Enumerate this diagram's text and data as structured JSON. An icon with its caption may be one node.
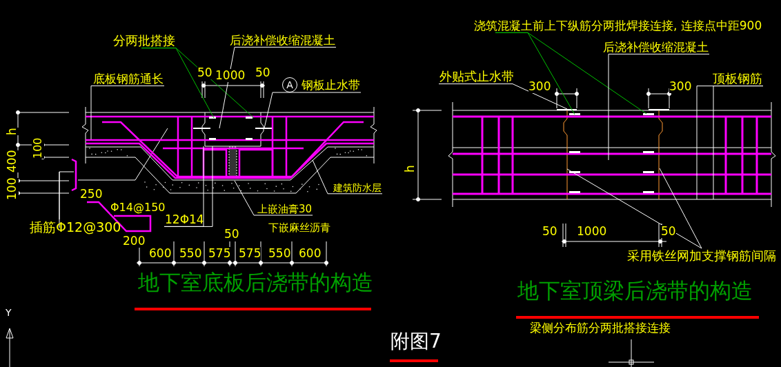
{
  "diagram": {
    "title": "附图7",
    "nodes": [
      {
        "text": [
          "分两批搭接"
        ]
      },
      {
        "text": [
          "后浇补偿收缩混凝土"
        ]
      },
      {
        "text": [
          "底板钢筋通长"
        ]
      },
      {
        "text": [
          "A",
          "钢板止水带"
        ]
      },
      {
        "text": [
          "建筑防水层"
        ]
      },
      {
        "text": [
          "上嵌油膏30"
        ]
      },
      {
        "text": [
          "12Φ14"
        ]
      },
      {
        "text": [
          "插筋Φ12@300"
        ]
      },
      {
        "text": [
          "浇筑混凝土前上下纵筋分两批焊接连接, 连接点中距900"
        ]
      },
      {
        "text": [
          "后浇补偿收缩混凝土"
        ]
      },
      {
        "text": [
          "外贴式止水带"
        ]
      },
      {
        "text": [
          "顶板钢筋"
        ]
      },
      {
        "text": [
          "采用铁丝网加支撑钢筋间隔"
        ]
      }
    ],
    "edges": [
      {
        "from": 0,
        "to": null,
        "arrow": "none",
        "color": "#00c000"
      },
      {
        "from": 0,
        "to": null,
        "arrow": "none",
        "color": "#00c000"
      },
      {
        "from": 1,
        "to": null,
        "arrow": "none"
      },
      {
        "from": 2,
        "to": null,
        "arrow": "none"
      },
      {
        "from": 3,
        "to": null,
        "arrow": "none"
      },
      {
        "from": 4,
        "to": null,
        "arrow": "none"
      },
      {
        "from": 5,
        "to": null,
        "arrow": "none"
      },
      {
        "from": 6,
        "to": null,
        "arrow": "none"
      },
      {
        "from": 6,
        "to": null,
        "arrow": "none"
      },
      {
        "from": 7,
        "to": null,
        "arrow": "none"
      },
      {
        "from": 8,
        "to": null,
        "arrow": "none",
        "color": "#00c000"
      },
      {
        "from": 8,
        "to": null,
        "arrow": "none",
        "color": "#00c000"
      },
      {
        "from": 9,
        "to": null,
        "arrow": "none"
      },
      {
        "from": 10,
        "to": null,
        "arrow": "none"
      },
      {
        "from": 11,
        "to": null,
        "arrow": "none"
      },
      {
        "from": 11,
        "to": null,
        "arrow": "none"
      },
      {
        "from": 12,
        "to": null,
        "arrow": "none"
      },
      {
        "from": 12,
        "to": null,
        "arrow": "none"
      }
    ],
    "labels": [
      "h",
      "400",
      "100",
      "100",
      "50",
      "1000",
      "50",
      "250",
      "Φ14@150",
      "200",
      "600",
      "550",
      "575",
      "50",
      "575",
      "550",
      "600",
      "下嵌麻丝沥青",
      "地下室底板后浇带的构造",
      "300",
      "300",
      "h",
      "50",
      "1000",
      "50",
      "地下室顶梁后浇带的构造",
      "梁侧分布筋分两批搭接连接",
      "Y"
    ]
  }
}
